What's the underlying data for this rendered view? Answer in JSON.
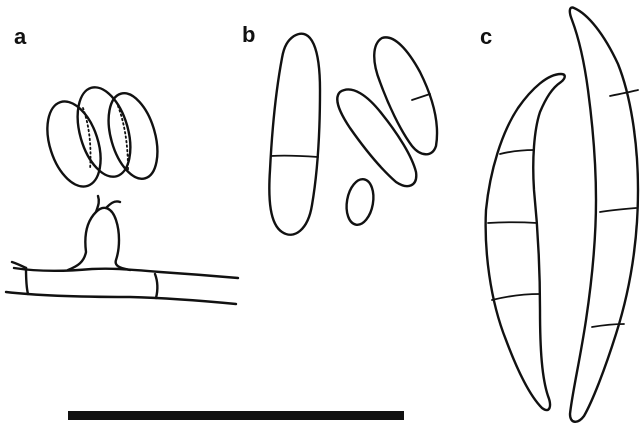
{
  "panels": {
    "a": {
      "label": "a"
    },
    "b": {
      "label": "b"
    },
    "c": {
      "label": "c"
    }
  },
  "colors": {
    "ink": "#111111",
    "background": "#ffffff"
  }
}
